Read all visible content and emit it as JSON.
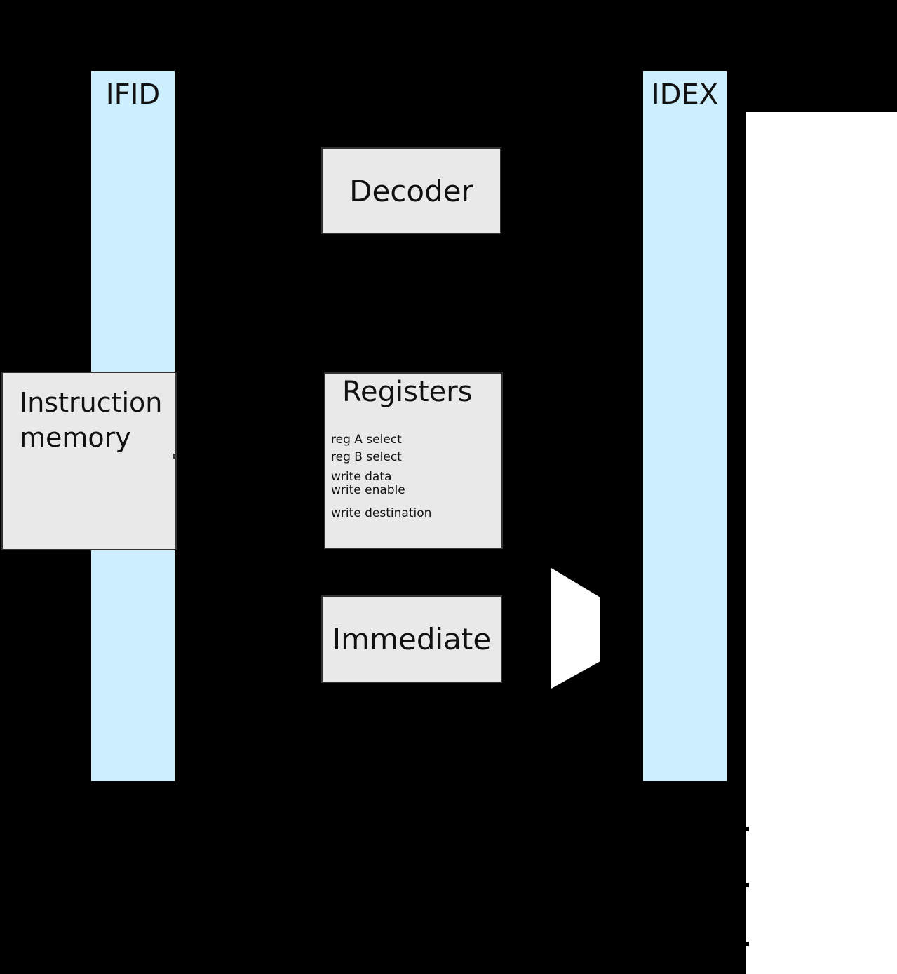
{
  "diagram": {
    "title": "CPU pipeline stage diagram (instruction decode stage)",
    "colors": {
      "background": "#000000",
      "register_fill": "#cdeefc",
      "block_fill": "#e9e9e9",
      "stroke": "#000000",
      "block_stroke": "#333333",
      "cutout": "#ffffff",
      "text": "#111111"
    },
    "pipeline_registers": [
      {
        "label": "IFID"
      },
      {
        "label": "IDEX"
      }
    ],
    "blocks": {
      "instruction_memory": {
        "label": "Instruction memory"
      },
      "decoder": {
        "label": "Decoder"
      },
      "registers": {
        "label": "Registers",
        "ports": [
          "reg A select",
          "reg B select",
          "write data",
          "write enable",
          "write destination"
        ]
      },
      "immediate": {
        "label": "Immediate"
      }
    },
    "mux": {
      "name": "multiplexer"
    }
  }
}
